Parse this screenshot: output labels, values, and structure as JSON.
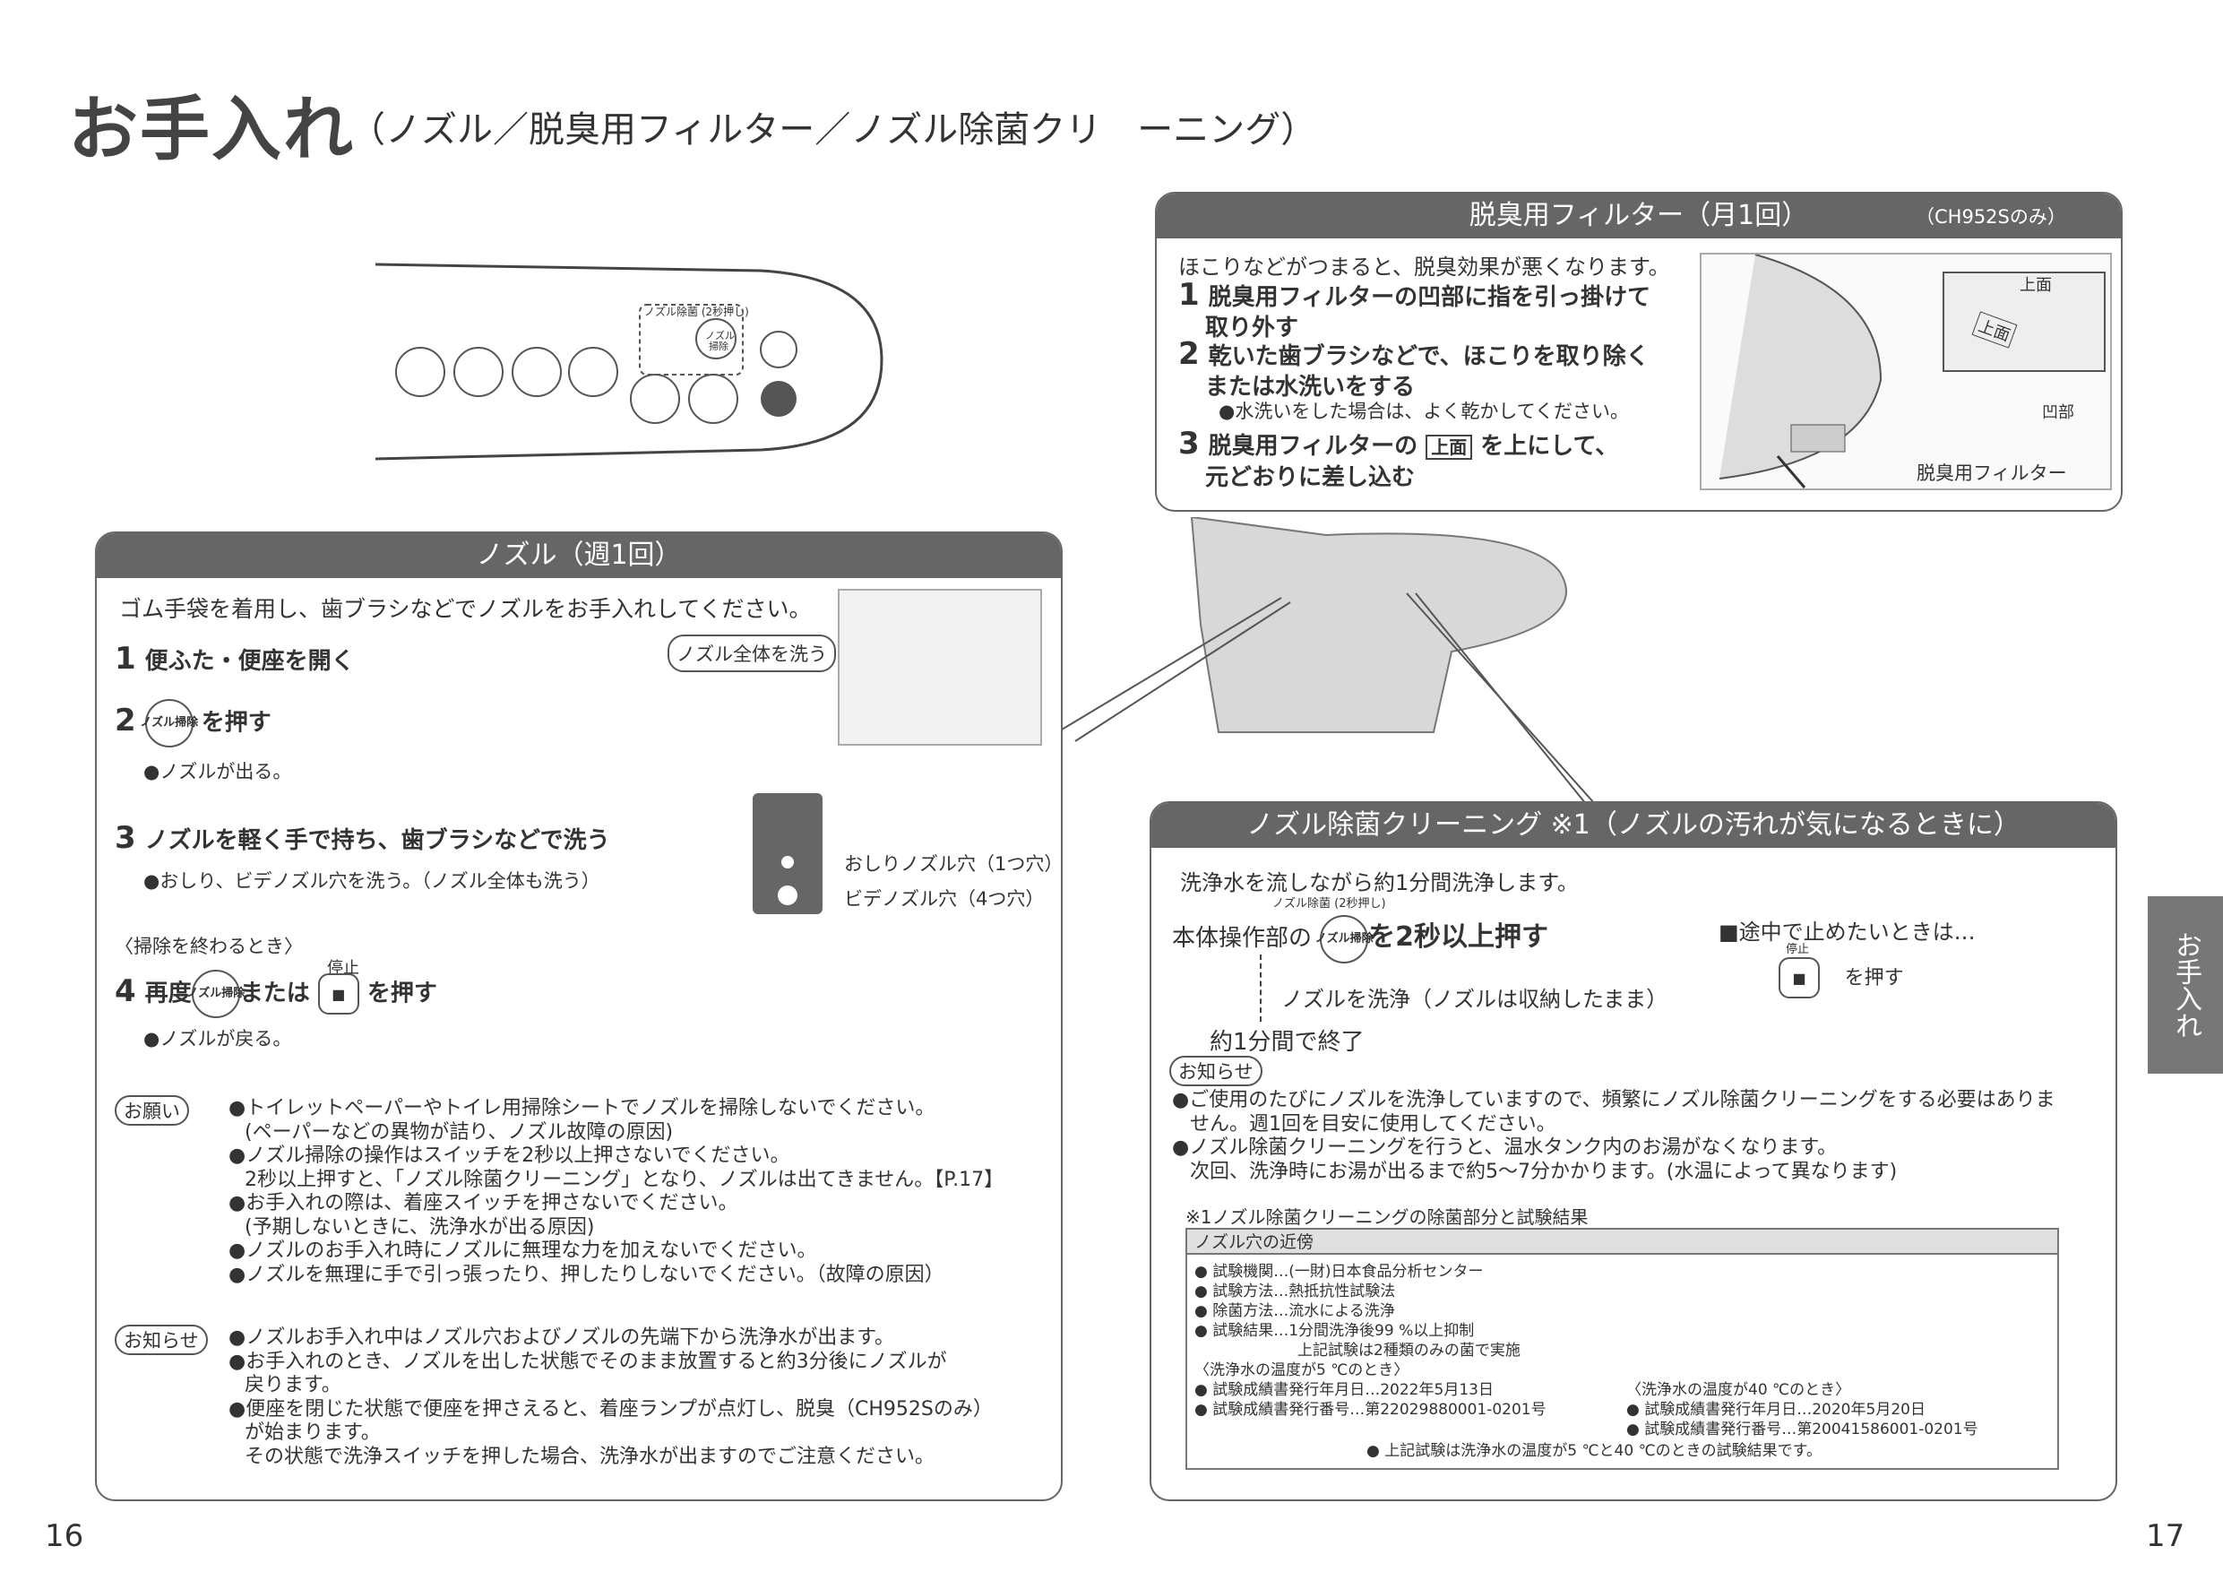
{
  "header": {
    "title": "お手入れ",
    "subtitle": "（ノズル／脱臭用フィルター／ノズル除菌クリ　ーニング）"
  },
  "remote": {
    "dashed_label": "ノズル除菌 (2秒押し)",
    "nozzle_button": "ノズル掃除"
  },
  "filter": {
    "title": "脱臭用フィルター（月1回）",
    "model_note": "（CH952Sのみ）",
    "intro": "ほこりなどがつまると、脱臭効果が悪くなります。",
    "steps": [
      {
        "n": "1",
        "text": [
          "脱臭用フィルターの凹部に指を引っ掛けて",
          "取り外す"
        ]
      },
      {
        "n": "2",
        "text": [
          "乾いた歯ブラシなどで、ほこりを取り除く",
          "または水洗いをする"
        ]
      },
      {
        "n": "3",
        "text": [
          "脱臭用フィルターの",
          "上面",
          "を上にして、",
          "元どおりに差し込む"
        ]
      }
    ],
    "note": "●水洗いをした場合は、よく乾かしてください。",
    "fig": {
      "top": "上面",
      "top_label": "上面",
      "recess": "凹部",
      "filter": "脱臭用フィルター"
    }
  },
  "nozzle": {
    "title": "ノズル（週1回）",
    "intro": "ゴム手袋を着用し、歯ブラシなどでノズルをお手入れしてください。",
    "callout": "ノズル全体を洗う",
    "step1": {
      "n": "1",
      "text": "便ふた・便座を開く"
    },
    "step2": {
      "n": "2",
      "text": "を押す",
      "note": "●ノズルが出る。"
    },
    "step3": {
      "n": "3",
      "text": "ノズルを軽く手で持ち、歯ブラシなどで洗う",
      "note": "●おしり、ビデノズル穴を洗う。（ノズル全体も洗う）"
    },
    "holes": {
      "oshiri": "おしりノズル穴（1つ穴）",
      "bidet": "ビデノズル穴（4つ穴）"
    },
    "end_label": "〈掃除を終わるとき〉",
    "step4": {
      "n": "4",
      "pre": "再度",
      "mid": "または",
      "post": "を押す",
      "stop_label": "停止",
      "note": "●ノズルが戻る。"
    },
    "button_icon": "ノズル掃除",
    "request_tag": "お願い",
    "requests": [
      "●トイレットペーパーやトイレ用掃除シートでノズルを掃除しないでください。",
      "(ペーパーなどの異物が詰り、ノズル故障の原因)",
      "●ノズル掃除の操作はスイッチを2秒以上押さないでください。",
      "2秒以上押すと、「ノズル除菌クリーニング」となり、ノズルは出てきません。【P.17】",
      "●お手入れの際は、着座スイッチを押さないでください。",
      "(予期しないときに、洗浄水が出る原因)",
      "●ノズルのお手入れ時にノズルに無理な力を加えないでください。",
      "●ノズルを無理に手で引っ張ったり、押したりしないでください。（故障の原因）"
    ],
    "notice_tag": "お知らせ",
    "notices": [
      "●ノズルお手入れ中はノズル穴およびノズルの先端下から洗浄水が出ます。",
      "●お手入れのとき、ノズルを出した状態でそのまま放置すると約3分後にノズルが",
      "戻ります。",
      "●便座を閉じた状態で便座を押さえると、着座ランプが点灯し、脱臭（CH952Sのみ）",
      "が始まります。",
      "その状態で洗浄スイッチを押した場合、洗浄水が出ますのでご注意ください。"
    ]
  },
  "cleaning": {
    "title": "ノズル除菌クリーニング ※1（ノズルの汚れが気になるときに）",
    "intro": "洗浄水を流しながら約1分間洗浄します。",
    "btn_caption": "ノズル除菌 (2秒押し)",
    "op_pre": "本体操作部の",
    "op_post": "を2秒以上押す",
    "flow1": "ノズルを洗浄（ノズルは収納したまま）",
    "flow2": "約1分間で終了",
    "stop_title": "■途中で止めたいときは…",
    "stop_label": "停止",
    "stop_post": "を押す",
    "notice_tag": "お知らせ",
    "notices": [
      "●ご使用のたびにノズルを洗浄していますので、頻繁にノズル除菌クリーニングをする必要はありま",
      "せん。週1回を目安に使用してください。",
      "●ノズル除菌クリーニングを行うと、温水タンク内のお湯がなくなります。",
      "次回、洗浄時にお湯が出るまで約5〜7分かかります。(水温によって異なります)"
    ],
    "footnote": "※1ノズル除菌クリーニングの除菌部分と試験結果",
    "test": {
      "head": "ノズル穴の近傍",
      "lines": [
        "● 試験機関…(一財)日本食品分析センター",
        "● 試験方法…熱抵抗性試験法",
        "● 除菌方法…流水による洗浄",
        "● 試験結果…1分間洗浄後99 %以上抑制",
        "上記試験は2種類のみの菌で実施"
      ],
      "left": [
        "〈洗浄水の温度が5 ℃のとき〉",
        "● 試験成績書発行年月日…2022年5月13日",
        "● 試験成績書発行番号…第22029880001-0201号"
      ],
      "right": [
        "〈洗浄水の温度が40 ℃のとき〉",
        "● 試験成績書発行年月日…2020年5月20日",
        "● 試験成績書発行番号…第20041586001-0201号"
      ],
      "summary": "● 上記試験は洗浄水の温度が5 ℃と40 ℃のときの試験結果です。"
    }
  },
  "side_tab": "お手入れ",
  "pages": {
    "left": "16",
    "right": "17"
  },
  "colors": {
    "header_bg": "#666666",
    "side_tab": "#777777"
  }
}
